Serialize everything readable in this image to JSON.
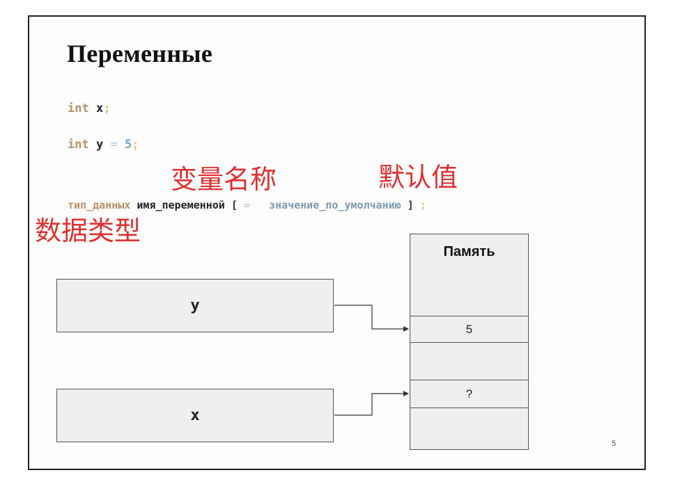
{
  "slide": {
    "title": "Переменные",
    "page_number": "5"
  },
  "code_lines": [
    {
      "keyword": "int",
      "name": "x",
      "semicolon": ";"
    },
    {
      "keyword": "int",
      "name": "y",
      "assign": "=",
      "value": "5",
      "semicolon": ";"
    }
  ],
  "syntax": {
    "type_part": "тип_данных",
    "name_part": "имя_переменной",
    "open_bracket": "[",
    "assign": "=",
    "default_part": "значение_по_умолчанию",
    "close_bracket": "]",
    "semicolon": ";"
  },
  "annotations": {
    "variable_name": "变量名称",
    "default_value": "默认值",
    "data_type": "数据类型",
    "color": "#e03030"
  },
  "diagram": {
    "var_y_label": "y",
    "var_x_label": "x",
    "memory_title": "Память",
    "cells": [
      "",
      "5",
      "",
      "?",
      ""
    ]
  }
}
